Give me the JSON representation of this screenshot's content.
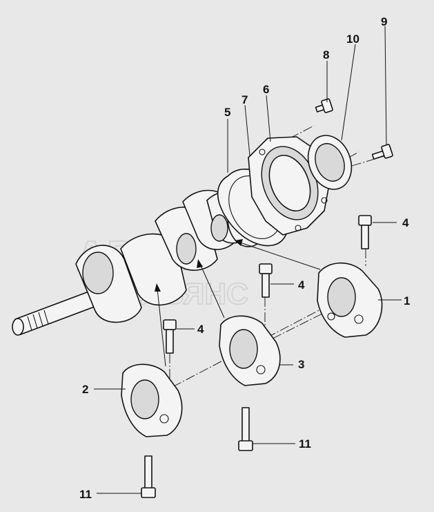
{
  "watermark": {
    "line1": "АВТО",
    "line2": "ПАЛЬЯНС"
  },
  "callouts": [
    {
      "id": "c1",
      "label": "1"
    },
    {
      "id": "c2",
      "label": "2"
    },
    {
      "id": "c3",
      "label": "3"
    },
    {
      "id": "c4a",
      "label": "4"
    },
    {
      "id": "c4b",
      "label": "4"
    },
    {
      "id": "c4c",
      "label": "4"
    },
    {
      "id": "c5",
      "label": "5"
    },
    {
      "id": "c6",
      "label": "6"
    },
    {
      "id": "c7",
      "label": "7"
    },
    {
      "id": "c8",
      "label": "8"
    },
    {
      "id": "c9",
      "label": "9"
    },
    {
      "id": "c10",
      "label": "10"
    },
    {
      "id": "c11a",
      "label": "11"
    },
    {
      "id": "c11b",
      "label": "11"
    }
  ]
}
